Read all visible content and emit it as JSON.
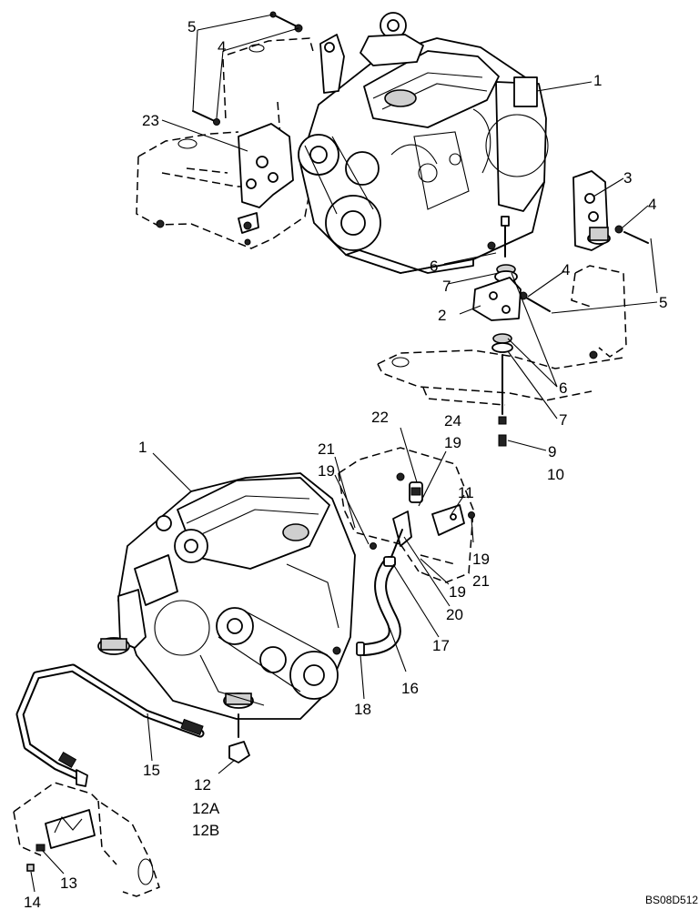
{
  "drawing_code": "BS08D512",
  "callouts": {
    "c1_top": "1",
    "c1_bottom": "1",
    "c2": "2",
    "c3": "3",
    "c4_a": "4",
    "c4_b": "4",
    "c4_c": "4",
    "c5_a": "5",
    "c5_b": "5",
    "c6_a": "6",
    "c6_b": "6",
    "c7_a": "7",
    "c7_b": "7",
    "c9": "9",
    "c10": "10",
    "c11": "11",
    "c12": "12",
    "c12a": "12A",
    "c12b": "12B",
    "c13": "13",
    "c14": "14",
    "c15": "15",
    "c16": "16",
    "c17": "17",
    "c18": "18",
    "c19_a": "19",
    "c19_b": "19",
    "c19_c": "19",
    "c19_d": "19",
    "c20": "20",
    "c21_a": "21",
    "c21_b": "21",
    "c22": "22",
    "c23": "23",
    "c24": "24"
  }
}
